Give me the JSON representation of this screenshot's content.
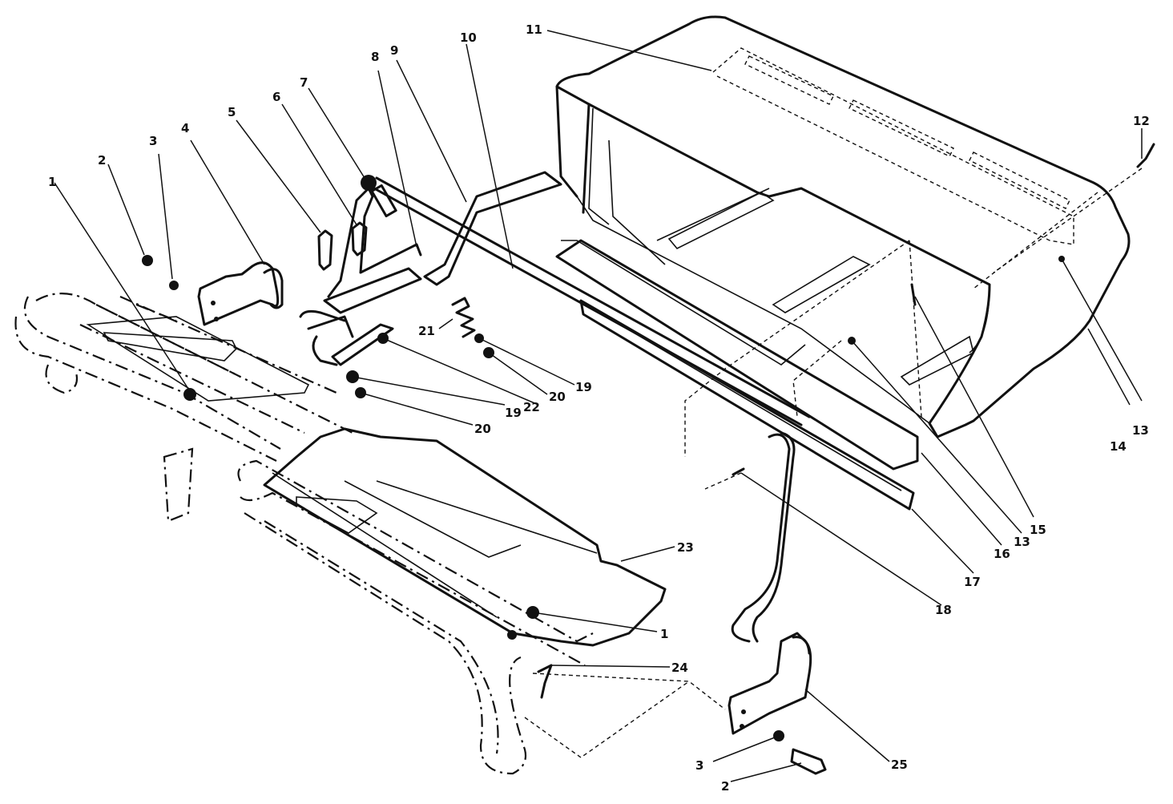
{
  "diagram": {
    "callouts": [
      "1",
      "2",
      "3",
      "4",
      "5",
      "6",
      "7",
      "8",
      "9",
      "10",
      "11",
      "12",
      "13",
      "14",
      "15",
      "16",
      "17",
      "18",
      "19",
      "20",
      "21",
      "22",
      "23",
      "24",
      "25",
      "1",
      "2",
      "3",
      "13",
      "19",
      "20"
    ]
  }
}
